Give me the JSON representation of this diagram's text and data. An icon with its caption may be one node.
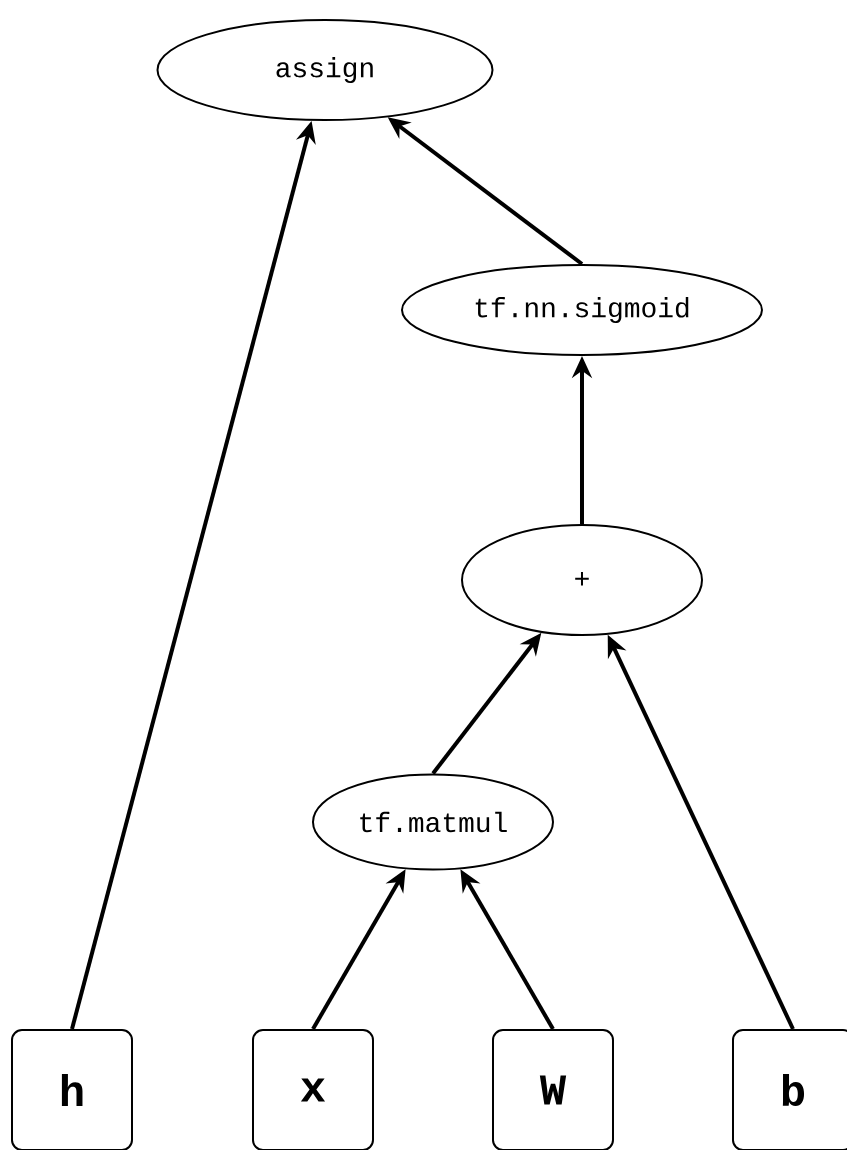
{
  "diagram": {
    "nodes": [
      {
        "text": [
          "assign"
        ]
      },
      {
        "text": [
          "tf.nn.sigmoid"
        ]
      },
      {
        "text": [
          "+"
        ]
      },
      {
        "text": [
          "tf.matmul"
        ]
      },
      {
        "text": [
          "h"
        ]
      },
      {
        "text": [
          "x"
        ]
      },
      {
        "text": [
          "W"
        ]
      },
      {
        "text": [
          "b"
        ]
      }
    ],
    "edges": [
      {
        "from": 4,
        "to": 0,
        "arrow": "to"
      },
      {
        "from": 1,
        "to": 0,
        "arrow": "to"
      },
      {
        "from": 2,
        "to": 1,
        "arrow": "to"
      },
      {
        "from": 3,
        "to": 2,
        "arrow": "to"
      },
      {
        "from": 7,
        "to": 2,
        "arrow": "to"
      },
      {
        "from": 5,
        "to": 3,
        "arrow": "to"
      },
      {
        "from": 6,
        "to": 3,
        "arrow": "to"
      }
    ]
  }
}
